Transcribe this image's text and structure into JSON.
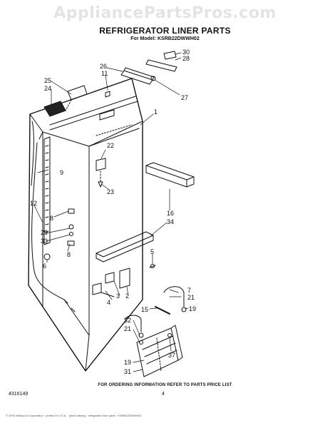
{
  "watermark": "AppliancePartsPros.com",
  "title": "REFRIGERATOR LINER PARTS",
  "subtitle": "For Model: KSRB22DWWH02",
  "callouts": {
    "c30": "30",
    "c28": "28",
    "c26": "26",
    "c11": "11",
    "c27": "27",
    "c25": "25",
    "c24": "24",
    "c1": "1",
    "c22": "22",
    "c23": "23",
    "c9": "9",
    "c12": "12",
    "c8a": "8",
    "c29": "29",
    "c33": "33",
    "c8b": "8",
    "c6": "6",
    "c16": "16",
    "c34": "34",
    "c5": "5",
    "c4": "4",
    "c3": "3",
    "c2": "2",
    "c7": "7",
    "c21a": "21",
    "c19a": "19",
    "c15": "15",
    "c32": "32",
    "c21b": "21",
    "c19b": "19",
    "c31": "31",
    "c37": "37"
  },
  "footer": {
    "ordering_note": "FOR ORDERING INFORMATION REFER TO PARTS PRICE LIST",
    "doc_number": "4316149",
    "page_number": "4",
    "fine_print": "© 1993 Whirlpool Corporation  ·  printed in U.S.A.  ·  parts catalog  ·  refrigerator liner parts  ·  KSRB22DWWH02"
  }
}
